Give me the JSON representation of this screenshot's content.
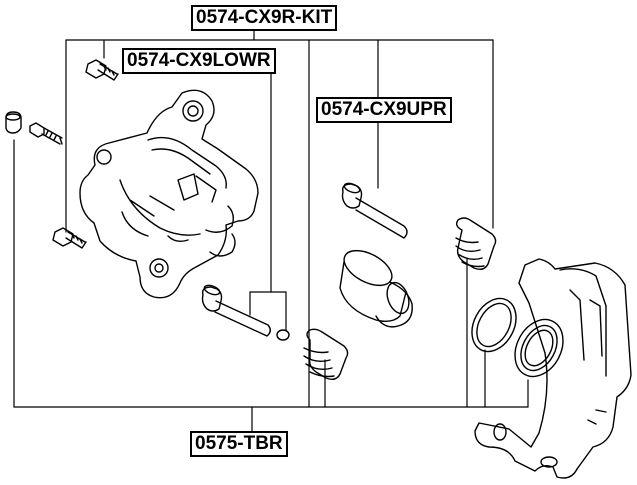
{
  "labels": {
    "kit": "0574-CX9R-KIT",
    "lower": "0574-CX9LOWR",
    "upper": "0574-CX9UPR",
    "tbr": "0575-TBR"
  },
  "colors": {
    "line": "#000000",
    "background": "#ffffff"
  }
}
